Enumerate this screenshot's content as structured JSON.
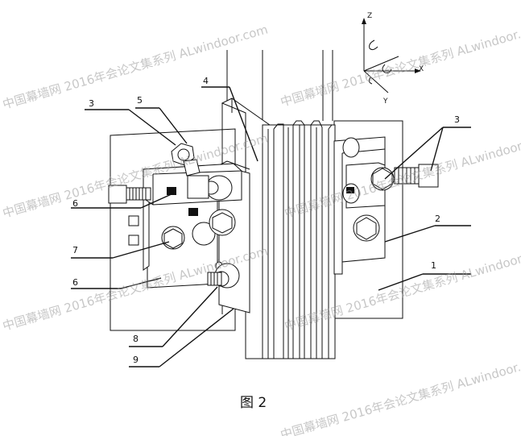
{
  "figure": {
    "caption": "图 2",
    "watermark": "中国幕墙网 2016年会论文集系列 ALwindoor.com",
    "axis_labels": {
      "z": "Z",
      "x": "X",
      "y": "Y"
    },
    "callouts": [
      {
        "id": "left-3",
        "text": "3"
      },
      {
        "id": "left-5",
        "text": "5"
      },
      {
        "id": "left-4",
        "text": "4"
      },
      {
        "id": "left-6a",
        "text": "6"
      },
      {
        "id": "left-7",
        "text": "7"
      },
      {
        "id": "left-6b",
        "text": "6"
      },
      {
        "id": "left-8",
        "text": "8"
      },
      {
        "id": "left-9",
        "text": "9"
      },
      {
        "id": "right-3",
        "text": "3"
      },
      {
        "id": "right-2",
        "text": "2"
      },
      {
        "id": "right-1",
        "text": "1"
      }
    ]
  }
}
